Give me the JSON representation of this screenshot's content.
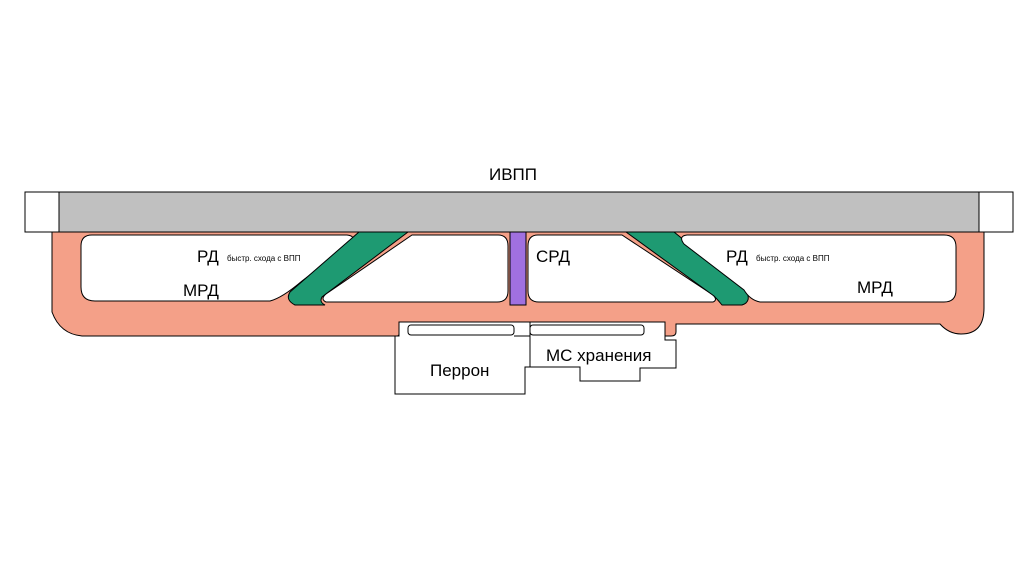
{
  "labels": {
    "runway": "ИВПП",
    "rapid_exit_left_main": "РД",
    "rapid_exit_left_sub": "быстр. схода с ВПП",
    "rapid_exit_right_main": "РД",
    "rapid_exit_right_sub": "быстр. схода с ВПП",
    "mrd_left": "МРД",
    "mrd_right": "МРД",
    "srd": "СРД",
    "apron": "Перрон",
    "storage": "МС хранения"
  },
  "colors": {
    "runway": "#c0c0c0",
    "main_taxiway": "#f4a088",
    "rapid_exit_taxiway": "#1e9a72",
    "connecting_taxiway": "#a070e0",
    "outline": "#000000",
    "background": "#ffffff"
  }
}
